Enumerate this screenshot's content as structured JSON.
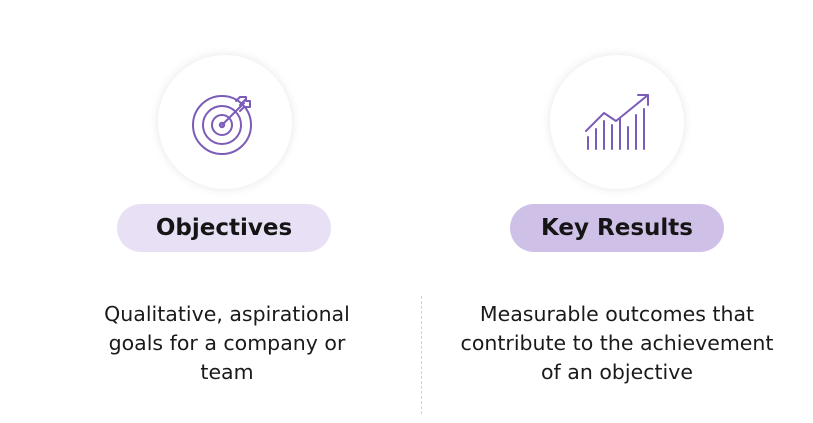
{
  "objectives": {
    "title": "Objectives",
    "description": "Qualitative, aspirational goals for a company or team",
    "icon": "target-icon"
  },
  "key_results": {
    "title": "Key Results",
    "description": "Measurable outcomes that contribute to the achievement of an objective",
    "icon": "growth-chart-icon"
  },
  "colors": {
    "icon_stroke": "#7b5cb8",
    "pill_light": "#e8e0f4",
    "pill_medium": "#cfc0e7",
    "text": "#151515"
  }
}
